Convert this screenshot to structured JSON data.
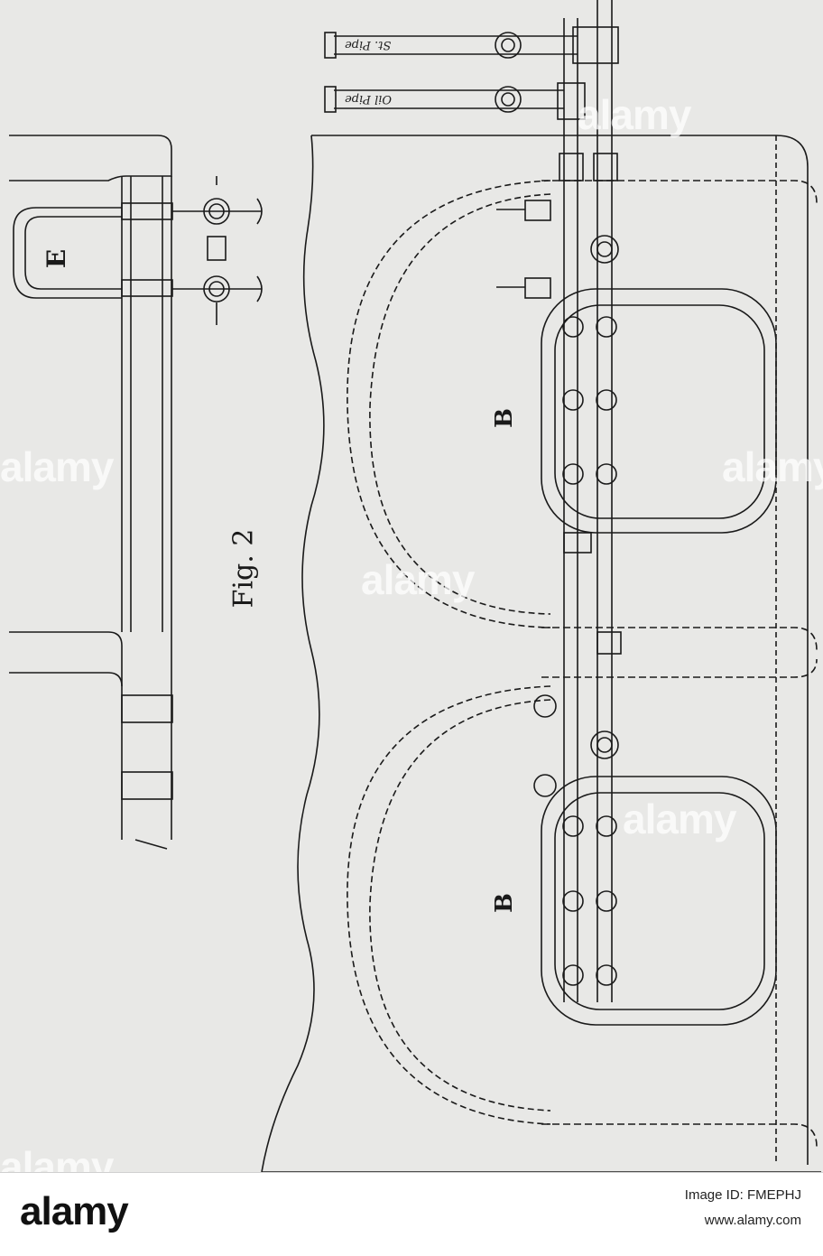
{
  "figure": {
    "title": "Fig. 2",
    "label_e": "E",
    "label_b_top": "B",
    "label_b_bottom": "B",
    "st_pipe_label": "St. Pipe",
    "oil_pipe_label": "Oil Pipe"
  },
  "watermark": {
    "text": "alamy"
  },
  "footer": {
    "logo": "alamy",
    "image_id": "Image ID: FMEPHJ",
    "url": "www.alamy.com"
  },
  "colors": {
    "paper": "#e8e8e6",
    "ink": "#1a1a1a",
    "footer_bg": "#ffffff"
  }
}
